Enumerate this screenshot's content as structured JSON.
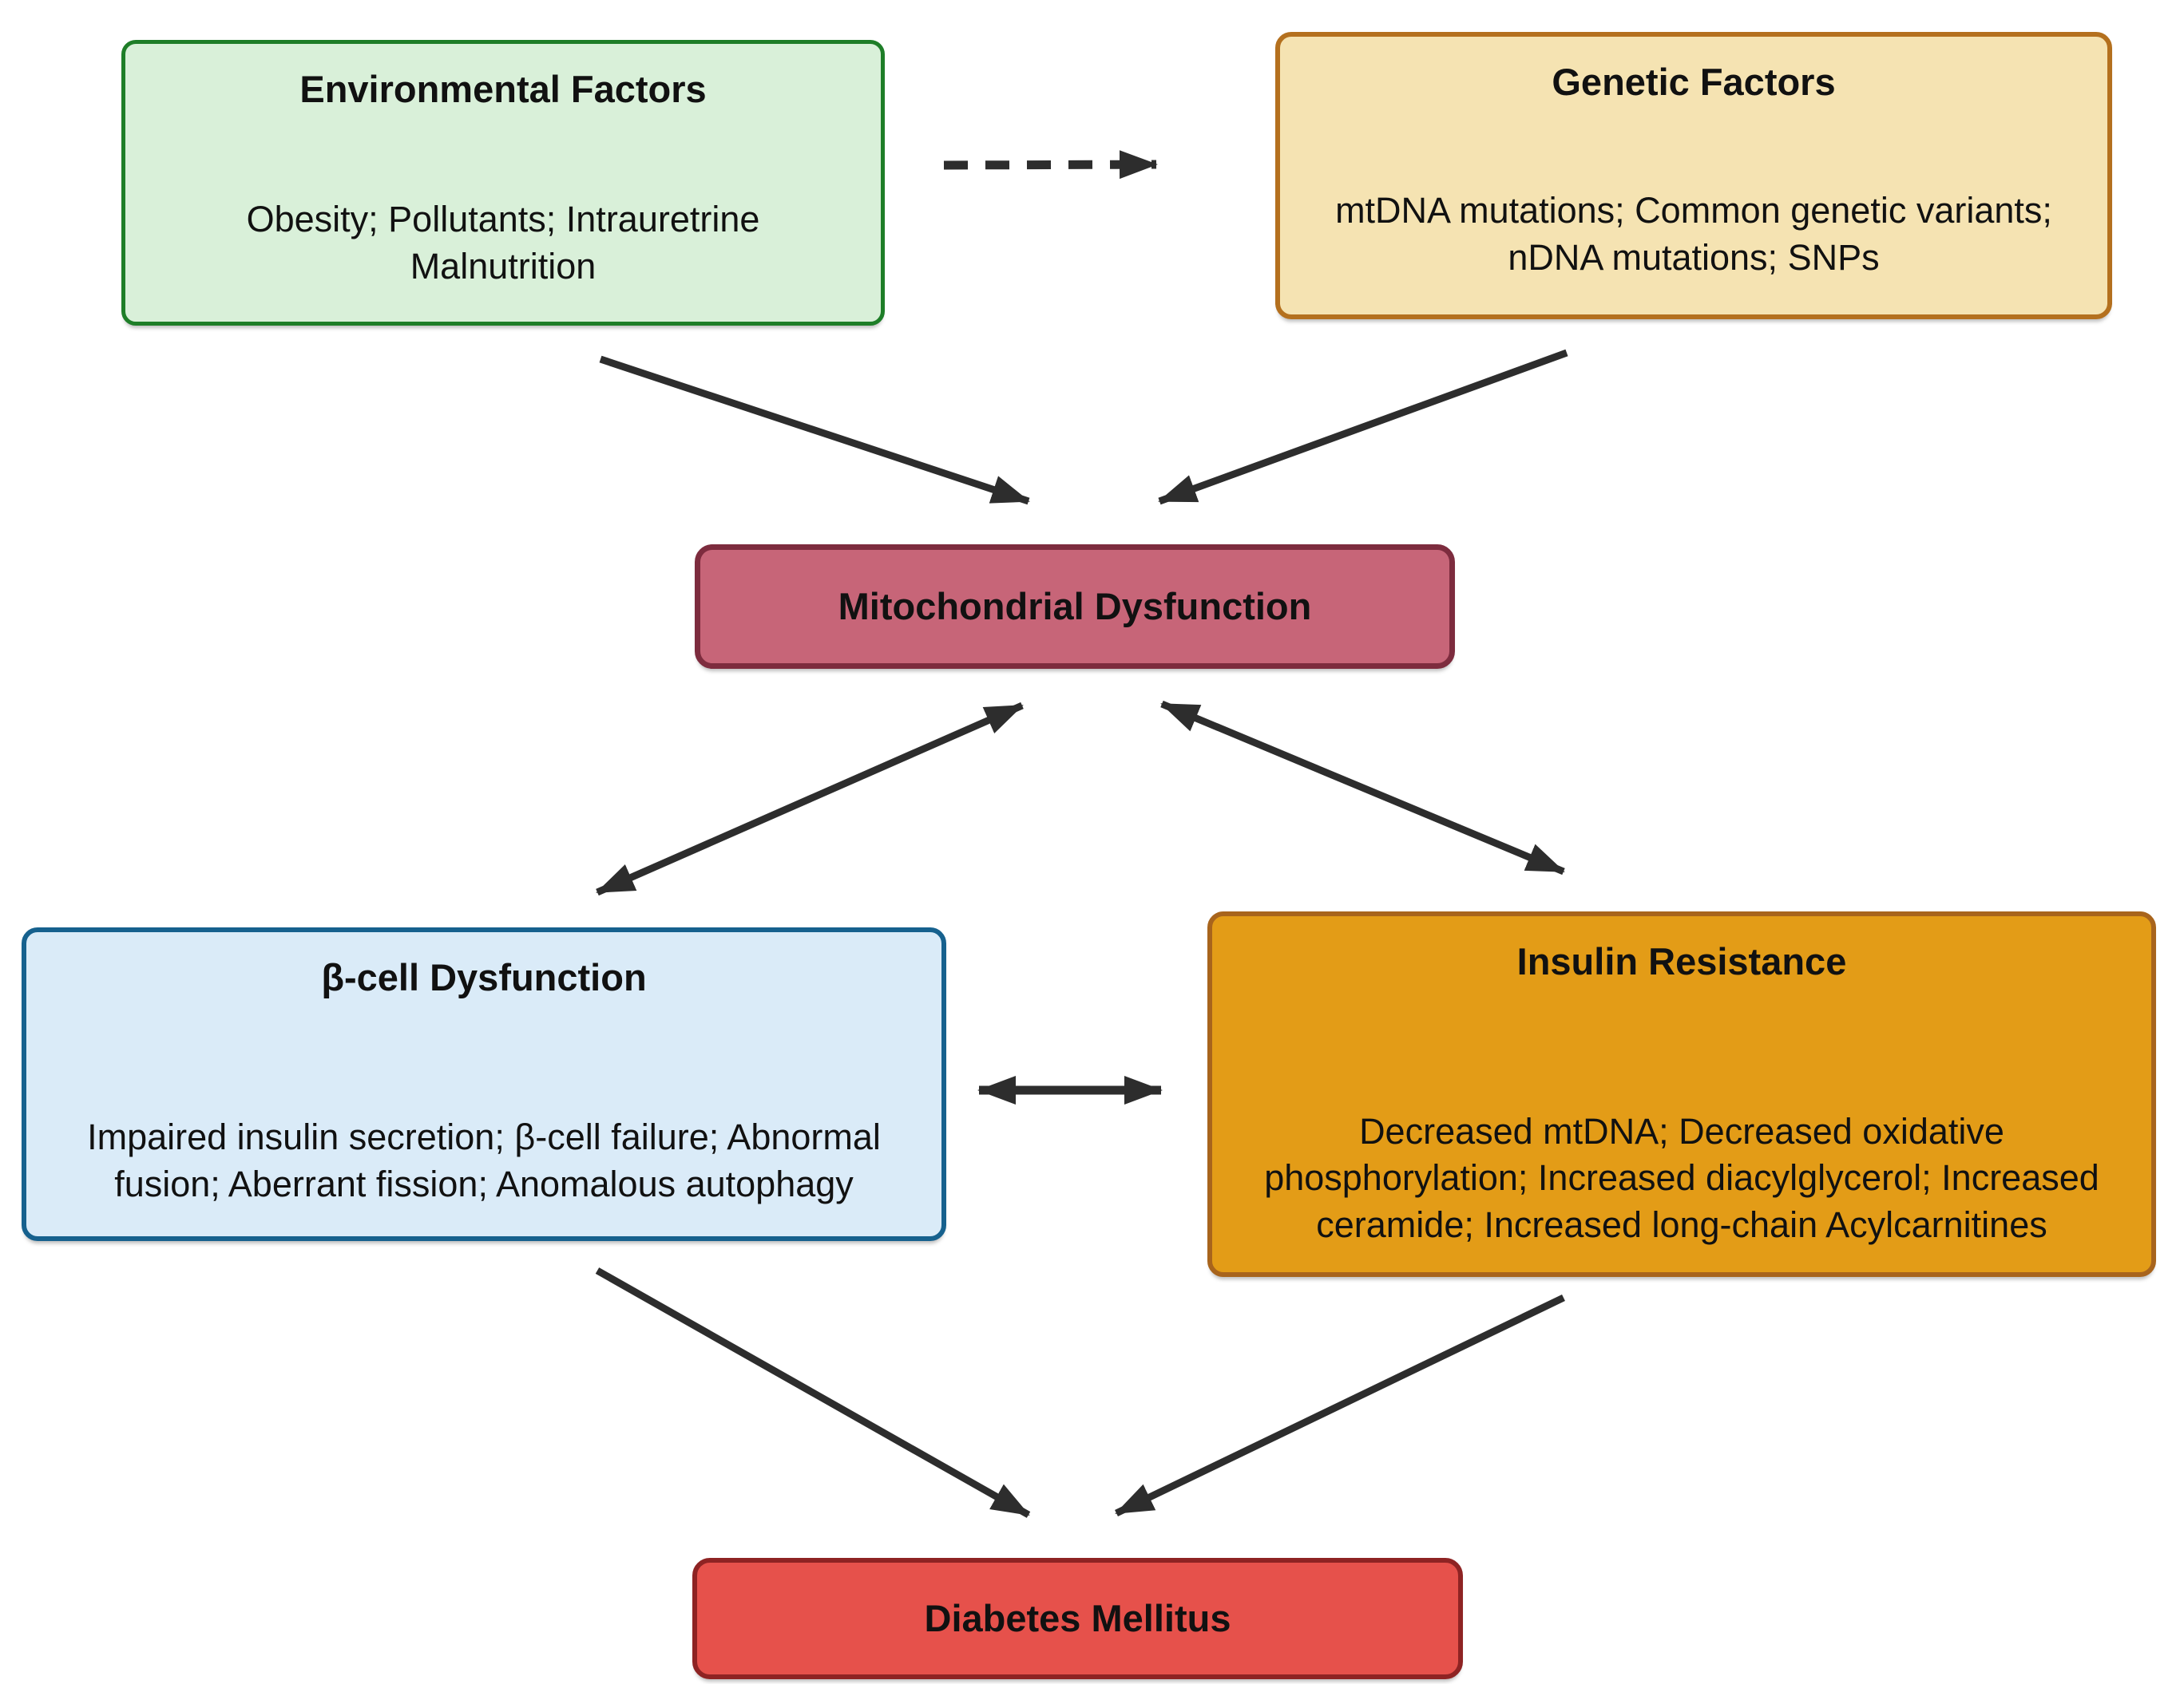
{
  "diagram": {
    "background_color": "#ffffff",
    "arrow_color": "#2d2d2d",
    "nodes": {
      "environmental": {
        "title": "Environmental Factors",
        "body": "Obesity; Pollutants; Intrauretrine Malnutrition",
        "fill": "#d9f0d9",
        "border": "#1e7e28"
      },
      "genetic": {
        "title": "Genetic Factors",
        "body": "mtDNA mutations; Common genetic variants; nDNA mutations; SNPs",
        "fill": "#f5e3b2",
        "border": "#b4701e"
      },
      "mitochondrial": {
        "title": "Mitochondrial Dysfunction",
        "fill": "#c76578",
        "border": "#7d2c3e"
      },
      "beta_cell": {
        "title": "β-cell Dysfunction",
        "body": "Impaired insulin secretion; β-cell failure; Abnormal fusion; Aberrant fission; Anomalous autophagy",
        "fill": "#daebf8",
        "border": "#16618e"
      },
      "insulin_resistance": {
        "title": "Insulin Resistance",
        "body": "Decreased mtDNA; Decreased oxidative phosphorylation; Increased diacylglycerol; Increased ceramide; Increased long-chain Acylcarnitines",
        "fill": "#e39c17",
        "border": "#a8641c"
      },
      "diabetes": {
        "title": "Diabetes Mellitus",
        "fill": "#e6514b",
        "border": "#8e2323"
      }
    },
    "edges": [
      {
        "from": "environmental",
        "to": "genetic",
        "style": "dashed",
        "direction": "one-way"
      },
      {
        "from": "environmental",
        "to": "mitochondrial",
        "style": "solid",
        "direction": "one-way"
      },
      {
        "from": "genetic",
        "to": "mitochondrial",
        "style": "solid",
        "direction": "one-way"
      },
      {
        "from": "mitochondrial",
        "to": "beta_cell",
        "style": "solid",
        "direction": "two-way"
      },
      {
        "from": "mitochondrial",
        "to": "insulin_resistance",
        "style": "solid",
        "direction": "two-way"
      },
      {
        "from": "beta_cell",
        "to": "insulin_resistance",
        "style": "solid",
        "direction": "two-way"
      },
      {
        "from": "beta_cell",
        "to": "diabetes",
        "style": "solid",
        "direction": "one-way"
      },
      {
        "from": "insulin_resistance",
        "to": "diabetes",
        "style": "solid",
        "direction": "one-way"
      }
    ]
  }
}
